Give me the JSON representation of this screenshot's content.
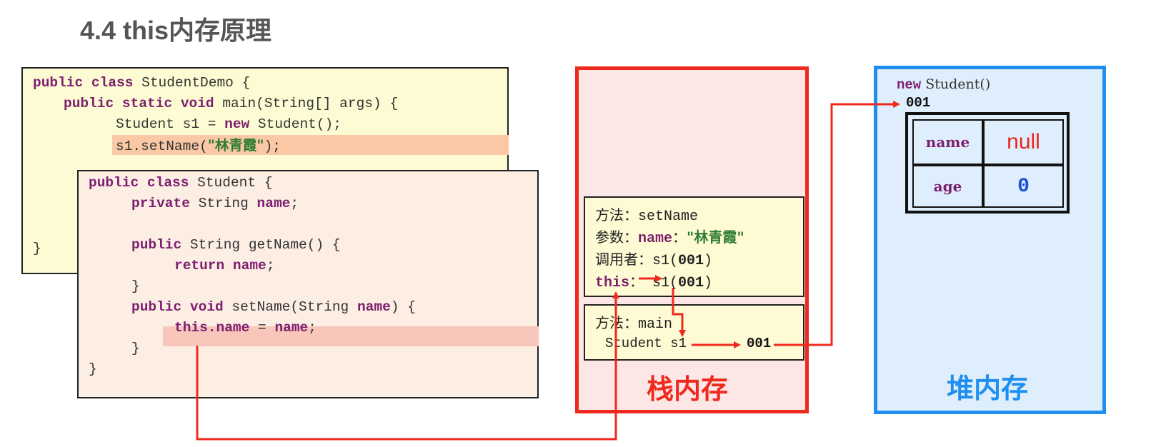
{
  "title": "4.4 this内存原理",
  "demo_code": {
    "line1_kw": "public class",
    "line1_rest": " StudentDemo {",
    "line2_kw1": "public static void",
    "line2_rest": " main(String[] args) {",
    "line3_a": "Student s1 = ",
    "line3_kw": "new",
    "line3_b": " Student();",
    "line4_a": "s1.setName(",
    "line4_str": "\"林青霞\"",
    "line4_b": ");",
    "close": "}"
  },
  "student_code": {
    "line1_kw": "public class",
    "line1_rest": " Student {",
    "line2_kw": "private",
    "line2_a": " String ",
    "line2_fld": "name",
    "line2_b": ";",
    "line4_kw": "public",
    "line4_rest": " String getName() {",
    "line5_kw": "return",
    "line5_fld": " name",
    "line5_b": ";",
    "line6": "}",
    "line7_kw": "public void",
    "line7_a": " setName(String ",
    "line7_fld": "name",
    "line7_b": ") {",
    "line8_kw": "this",
    "line8_fld1": ".name",
    "line8_eq": " = ",
    "line8_fld2": "name",
    "line8_b": ";",
    "line9": "}",
    "close": "}"
  },
  "stack": {
    "label": "栈内存",
    "setname_frame": {
      "method_label": "方法：",
      "method_name": "setName",
      "param_label": "参数：",
      "param_name": "name",
      "param_sep": "：",
      "param_value": "\"林青霞\"",
      "caller_label": "调用者：",
      "caller_value": "s1(",
      "caller_addr": "001",
      "caller_close": ")",
      "this_label": "this",
      "this_colon": "：",
      "this_value": "s1(",
      "this_addr": "001",
      "this_close": ")"
    },
    "main_frame": {
      "method_label": "方法：",
      "method_name": "main",
      "var_label": "Student s1",
      "var_value": "001"
    }
  },
  "heap": {
    "label": "堆内存",
    "new_kw": "new",
    "new_rest": " Student()",
    "address": "001",
    "fields": [
      {
        "name": "name",
        "value": "null"
      },
      {
        "name": "age",
        "value": "0"
      }
    ]
  },
  "colors": {
    "stack_border": "#ee2a1e",
    "heap_border": "#1e8ff0",
    "arrow": "#ee2a1e",
    "keyword": "#7b1f6e",
    "string": "#2e7d32"
  }
}
